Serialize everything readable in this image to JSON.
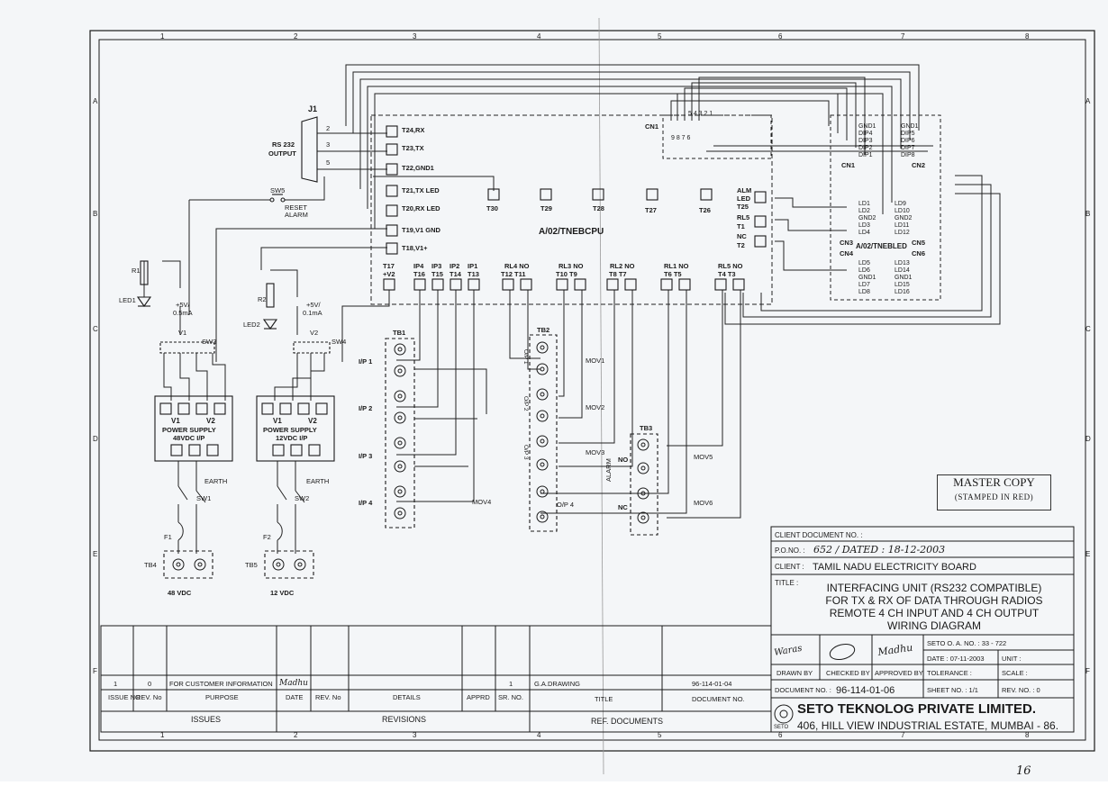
{
  "frame": {
    "col_numbers": [
      "1",
      "2",
      "3",
      "4",
      "5",
      "6",
      "7",
      "8"
    ],
    "row_letters": [
      "A",
      "B",
      "C",
      "D",
      "E",
      "F"
    ]
  },
  "rs232": {
    "connector": "J1",
    "label_line1": "RS 232",
    "label_line2": "OUTPUT",
    "pins": [
      "2",
      "3",
      "5"
    ]
  },
  "cpu_board": {
    "name": "A/02/TNEBCPU",
    "left_terminals": [
      "T24,RX",
      "T23,TX",
      "T22,GND1",
      "T21,TX LED",
      "T20,RX LED",
      "T19,V1 GND",
      "T18,V1+"
    ],
    "top_terminals": [
      "T30",
      "T29",
      "T28",
      "T27",
      "T26"
    ],
    "alarm_led_line1": "ALM",
    "alarm_led_line2": "LED",
    "alarm_led_term": "T25",
    "rl5_label": "RL5",
    "rl5_t1": "T1",
    "rl5_nc": "NC",
    "rl5_t2": "T2",
    "bottom_group_labels": [
      "T17 +V2",
      "IP4 T16",
      "IP3 T15",
      "IP2 T14",
      "IP1 T13",
      "RL4 NO T12 T11",
      "RL3 NO T10 T9",
      "RL2 NO T8 T7",
      "RL1 NO T6 T5",
      "RL5 NO T4 T3"
    ],
    "bottom_top_row": [
      "T17",
      "IP4",
      "IP3",
      "IP2",
      "IP1",
      "RL4 NO",
      "RL3 NO",
      "RL2 NO",
      "RL1 NO",
      "RL5 NO"
    ],
    "bottom_bottom_row": [
      "+V2",
      "T16",
      "T15",
      "T14",
      "T13",
      "T12   T11",
      "T10   T9",
      "T8    T7",
      "T6    T5",
      "T4    T3"
    ]
  },
  "dip_board": {
    "cn1_label": "CN1",
    "dip_numbers": "9 8 7 6",
    "dip_numbers_top": "5 4 3 2 1",
    "left_cn1": [
      "GND1",
      "DIP4",
      "DIP3",
      "DIP2",
      "DIP1"
    ],
    "right_cn2": [
      "GND1",
      "DIP5",
      "DIP6",
      "DIP7",
      "DIP8"
    ],
    "cn1_bottom": "CN1",
    "cn2_bottom": "CN2"
  },
  "led_board": {
    "name": "A/02/TNEBLED",
    "cn3_left": [
      "LD1",
      "LD2",
      "GND2",
      "LD3",
      "LD4"
    ],
    "cn5_right": [
      "LD9",
      "LD10",
      "GND2",
      "LD11",
      "LD12"
    ],
    "cn4_left": [
      "LD5",
      "LD6",
      "GND1",
      "LD7",
      "LD8"
    ],
    "cn6_right": [
      "LD13",
      "LD14",
      "GND1",
      "LD15",
      "LD16"
    ],
    "cn3": "CN3",
    "cn4": "CN4",
    "cn5": "CN5",
    "cn6": "CN6"
  },
  "reset": {
    "switch": "SW5",
    "line1": "RESET",
    "line2": "ALARM"
  },
  "psu_left": {
    "resistor": "R1",
    "led": "LED1",
    "supply_line1": "+5V/",
    "supply_line2": "0.5mA",
    "v1": "V1",
    "sw": "SW3",
    "title1": "POWER SUPPLY",
    "title2": "48VDC I/P",
    "earth": "EARTH",
    "switch": "SW1",
    "fuse": "F1",
    "tb": "TB4",
    "output": "48 VDC"
  },
  "psu_right": {
    "resistor": "R2",
    "led": "LED2",
    "supply_line1": "+5V/",
    "supply_line2": "0.1mA",
    "v1": "V2",
    "sw": "SW4",
    "title1": "POWER SUPPLY",
    "title2": "12VDC I/P",
    "earth": "EARTH",
    "switch": "SW2",
    "fuse": "F2",
    "tb": "TB5",
    "output": "12 VDC"
  },
  "tb1": {
    "name": "TB1",
    "inputs": [
      "I/P 1",
      "I/P 2",
      "I/P 3",
      "I/P 4"
    ]
  },
  "tb2": {
    "name": "TB2",
    "outputs": [
      "O/P 1",
      "O/P 2",
      "O/P 3",
      "O/P 4"
    ],
    "movs": [
      "MOV1",
      "MOV2",
      "MOV3",
      "MOV4"
    ]
  },
  "tb3": {
    "name": "TB3",
    "no": "NO",
    "nc": "NC",
    "alarm": "ALARM",
    "movs": [
      "MOV5",
      "MOV6"
    ]
  },
  "stamp": {
    "line1": "MASTER COPY",
    "line2": "(STAMPED IN RED)"
  },
  "title_block": {
    "client_doc_label": "CLIENT DOCUMENT NO. :",
    "po_label": "P.O.NO. :",
    "po_value": "652 / DATED : 18-12-2003",
    "client_label": "CLIENT :",
    "client_value": "TAMIL NADU ELECTRICITY BOARD",
    "title_label": "TITLE :",
    "title_lines": [
      "INTERFACING UNIT (RS232 COMPATIBLE)",
      "FOR TX & RX OF DATA THROUGH RADIOS",
      "REMOTE 4 CH INPUT AND 4 CH OUTPUT",
      "WIRING DIAGRAM"
    ],
    "seto_oa": "SETO O. A. NO. : 33 - 722",
    "date": "DATE : 07-11-2003",
    "unit": "UNIT :",
    "drawn_by": "DRAWN BY",
    "checked_by": "CHECKED BY",
    "approved_by": "APPROVED BY",
    "tolerance": "TOLERANCE :",
    "scale": "SCALE :",
    "doc_no_label": "DOCUMENT NO. :",
    "doc_no_value": "96-114-01-06",
    "sheet_no": "SHEET NO. :  1/1",
    "rev_no": "REV. NO. :  0",
    "company": "SETO TEKNOLOG PRIVATE LIMITED.",
    "address": "406, HILL VIEW INDUSTRIAL ESTATE, MUMBAI - 86.",
    "logo_text": "SETO",
    "sig_drawn": "Waras",
    "sig_approved": "Madhu"
  },
  "revision_table": {
    "row": {
      "issue_no": "1",
      "rev_no": "0",
      "purpose": "FOR CUSTOMER INFORMATION",
      "sig": "Madhu",
      "sr_no": "1",
      "ref_doc_title": "G.A.DRAWING",
      "ref_doc_no": "96-114-01-04"
    },
    "headers": {
      "issue_no": "ISSUE NO",
      "rev_no": "REV. No",
      "purpose": "PURPOSE",
      "date": "DATE",
      "rev_no2": "REV. No",
      "details": "DETAILS",
      "apprd": "APPRD",
      "sr_no": "SR. NO.",
      "title": "TITLE",
      "document_no": "DOCUMENT NO."
    },
    "footer": {
      "issues": "ISSUES",
      "revisions": "REVISIONS",
      "ref_documents": "REF. DOCUMENTS"
    }
  },
  "page_mark": "16"
}
